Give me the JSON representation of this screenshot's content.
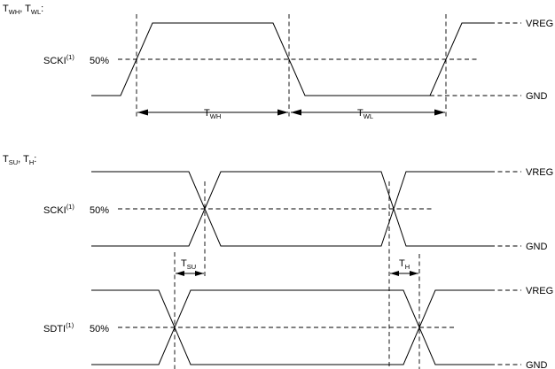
{
  "section_twh_twl": {
    "heading_main_1": "T",
    "heading_sub_1": "WH",
    "heading_sep": ", ",
    "heading_main_2": "T",
    "heading_sub_2": "WL",
    "heading_end": ":",
    "signal": "SCKI",
    "signal_note": "(1)",
    "pct": "50%",
    "high_rail": "VREG",
    "low_rail": "GND",
    "dim1_main": "T",
    "dim1_sub": "WH",
    "dim2_main": "T",
    "dim2_sub": "WL"
  },
  "section_tsu_th": {
    "heading_main_1": "T",
    "heading_sub_1": "SU",
    "heading_sep": ", ",
    "heading_main_2": "T",
    "heading_sub_2": "H",
    "heading_end": ":",
    "clock_signal": "SCKI",
    "clock_note": "(1)",
    "clock_pct": "50%",
    "clock_high_rail": "VREG",
    "clock_low_rail": "GND",
    "dim1_main": "T",
    "dim1_sub": "SU",
    "dim2_main": "T",
    "dim2_sub": "H",
    "data_signal": "SDTI",
    "data_note": "(1)",
    "data_pct": "50%",
    "data_high_rail": "VREG",
    "data_low_rail": "GND"
  }
}
